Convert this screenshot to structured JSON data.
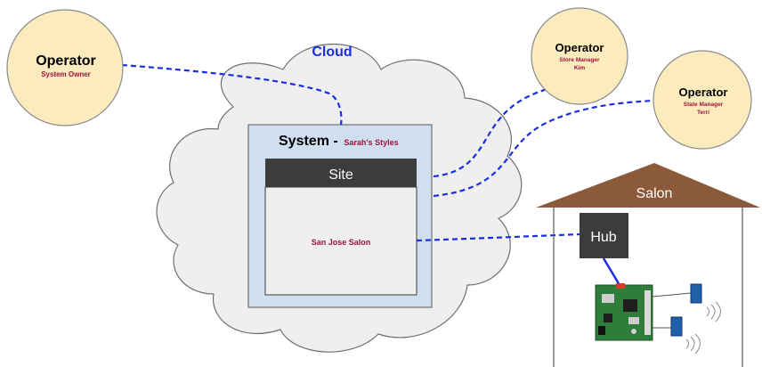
{
  "cloud": {
    "label": "Cloud"
  },
  "system": {
    "title": "System -",
    "owner": "Sarah's Styles"
  },
  "site": {
    "header": "Site",
    "name": "San Jose Salon"
  },
  "operators": {
    "owner": {
      "title": "Operator",
      "role": "System Owner"
    },
    "store": {
      "title": "Operator",
      "role": "Store Manager",
      "person": "Kim"
    },
    "state": {
      "title": "Operator",
      "role": "State Manager",
      "person": "Terri"
    }
  },
  "salon": {
    "label": "Salon"
  },
  "hub": {
    "label": "Hub"
  },
  "colors": {
    "operator_fill": "#fcebbd",
    "cloud_fill": "#efefef",
    "system_fill": "#cfdff0",
    "site_header": "#3c3c3c",
    "roof": "#8b5a3a",
    "link": "#1a2fe0",
    "accent_text": "#a0133e"
  }
}
